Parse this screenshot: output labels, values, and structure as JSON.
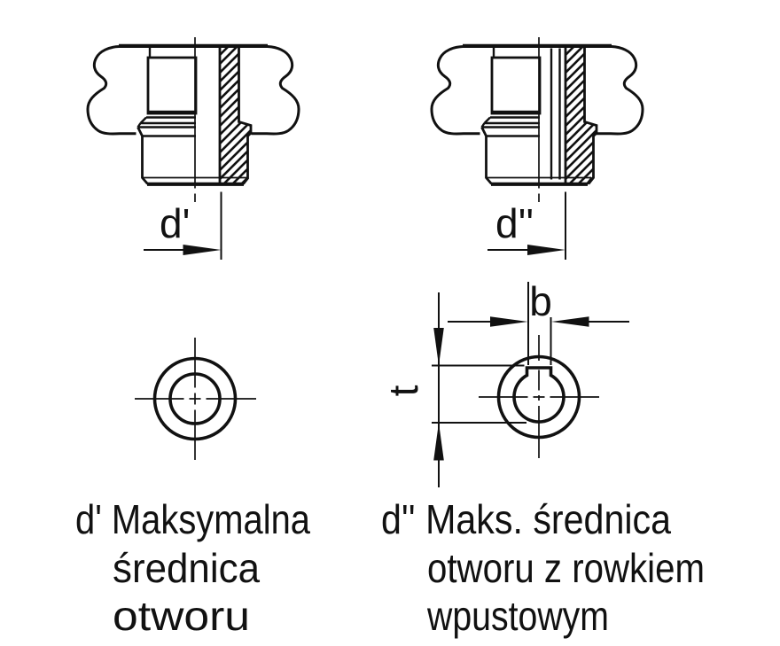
{
  "colors": {
    "background": "#ffffff",
    "line": "#111111"
  },
  "labels": {
    "d_prime": "d'",
    "d_double_prime": "d''",
    "keyway_width": "b",
    "keyway_depth": "t"
  },
  "captions": {
    "left": {
      "lines": [
        "d' Maksymalna",
        "średnica",
        "otworu"
      ]
    },
    "right": {
      "lines": [
        "d'' Maks. średnica",
        "otworu z rowkiem",
        "wpustowym"
      ]
    }
  }
}
